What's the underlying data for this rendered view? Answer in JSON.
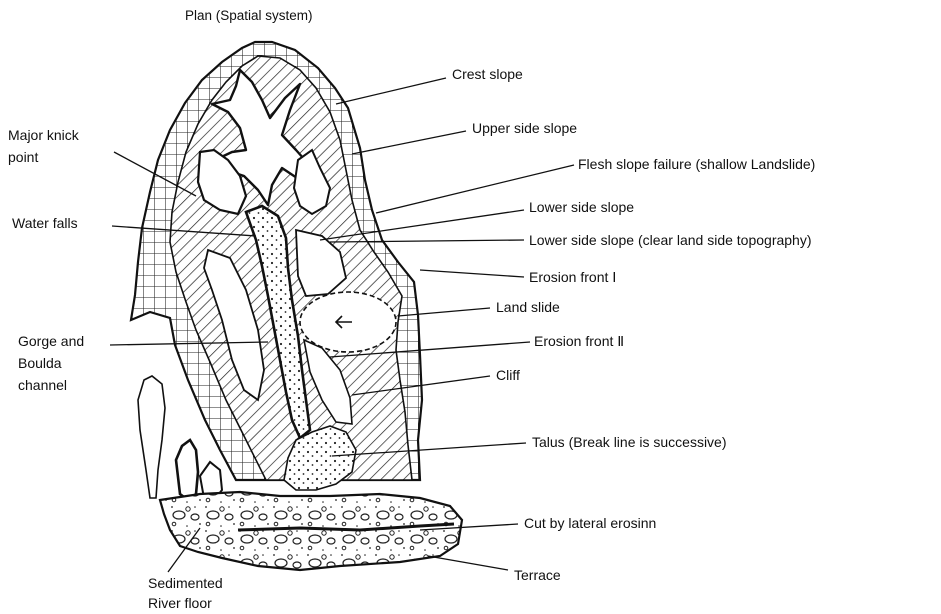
{
  "title": "Plan (Spatial system)",
  "labels": {
    "crest_slope": "Crest slope",
    "upper_side_slope": "Upper side slope",
    "flesh_slope_failure": "Flesh slope failure (shallow Landslide)",
    "lower_side_slope": "Lower side slope",
    "lower_side_slope_clear": "Lower side slope (clear land side topography)",
    "erosion_front_1": "Erosion front Ⅰ",
    "land_slide": "Land slide",
    "erosion_front_2": "Erosion front Ⅱ",
    "cliff": "Cliff",
    "talus": "Talus (Break line is successive)",
    "cut_by_lateral": "Cut by lateral erosinn",
    "terrace": "Terrace",
    "major_knick_point_1": "Major knick",
    "major_knick_point_2": "point",
    "water_falls": "Water falls",
    "gorge_1": "Gorge and",
    "gorge_2": "Boulda",
    "gorge_3": "channel",
    "sedimented_1": "Sedimented",
    "sedimented_2": "River floor"
  }
}
